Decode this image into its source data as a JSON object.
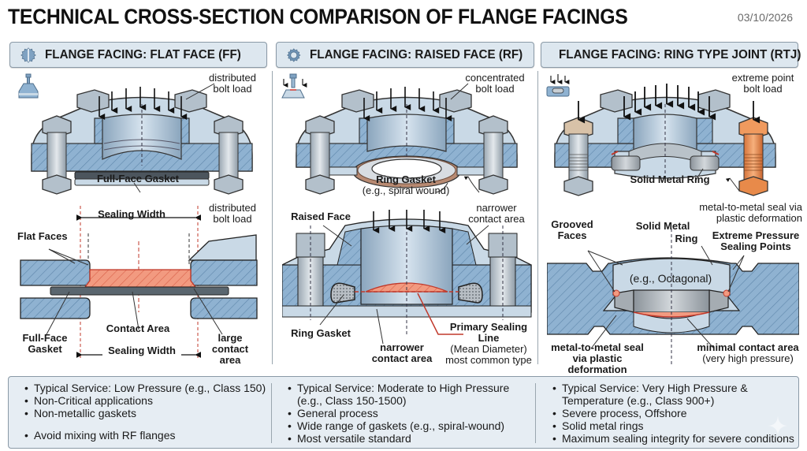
{
  "header": {
    "title": "TECHNICAL CROSS-SECTION COMPARISON OF FLANGE FACINGS",
    "date": "03/10/2026"
  },
  "columns": [
    {
      "id": "ff",
      "heading": "FLANGE FACING: FLAT FACE (FF)",
      "heading_icon": "gear-split-icon",
      "small_icon": "flat-face-flange-icon",
      "top_diagram": {
        "load_label": [
          "distributed",
          "bolt load"
        ],
        "gasket_label": "Full-Face Gasket"
      },
      "detail_diagram": {
        "sealing_width_top": "Sealing Width",
        "load_label": [
          "distributed",
          "bolt load"
        ],
        "flat_faces": "Flat Faces",
        "full_face_gasket": [
          "Full-Face",
          "Gasket"
        ],
        "contact_area": "Contact Area",
        "sealing_width_bottom": "Sealing Width",
        "large_contact_area": [
          "large",
          "contact",
          "area"
        ]
      },
      "notes": [
        "Typical Service: Low Pressure (e.g., Class 150)",
        "Non-Critical applications",
        "Non-metallic gaskets",
        "Avoid mixing with RF flanges"
      ]
    },
    {
      "id": "rf",
      "heading": "FLANGE FACING: RAISED FACE (RF)",
      "heading_icon": "gear-icon",
      "small_icon": "raised-face-flange-icon",
      "top_diagram": {
        "load_label": [
          "concentrated",
          "bolt load"
        ],
        "gasket_label": "Ring Gasket",
        "gasket_sub": "(e.g., spiral wound)"
      },
      "detail_diagram": {
        "raised_face": "Raised Face",
        "narrower_top": [
          "narrower",
          "contact area"
        ],
        "ring_gasket": "Ring Gasket",
        "narrower_bottom": [
          "narrower",
          "contact area"
        ],
        "primary_sealing": [
          "Primary Sealing",
          "Line"
        ],
        "mean_diameter": "(Mean Diameter)",
        "most_common": "most common type"
      },
      "notes": [
        "Typical Service: Moderate to High Pressure",
        "(e.g., Class 150-1500)",
        "General process",
        "Wide range of gaskets (e.g., spiral-wound)",
        "Most versatile standard"
      ]
    },
    {
      "id": "rtj",
      "heading": "FLANGE FACING: RING TYPE JOINT (RTJ)",
      "heading_icon": "concentric-rings-icon",
      "small_icon": "rtj-flange-icon",
      "top_diagram": {
        "load_label": [
          "extreme point",
          "bolt load"
        ],
        "ring_label": "Solid Metal Ring",
        "seal_label": [
          "metal-to-metal seal via",
          "plastic deformation"
        ]
      },
      "detail_diagram": {
        "grooved_faces": [
          "Grooved",
          "Faces"
        ],
        "solid_metal_ring": [
          "Solid Metal",
          "Ring"
        ],
        "extreme_pressure": [
          "Extreme Pressure",
          "Sealing Points"
        ],
        "octagonal": "(e.g., Octagonal)",
        "m2m_seal": [
          "metal-to-metal seal",
          "via plastic deformation"
        ],
        "minimal_contact": [
          "minimal contact area",
          "(very high pressure)"
        ]
      },
      "notes": [
        "Typical Service: Very High Pressure &",
        "Temperature (e.g., Class 900+)",
        "Severe process, Offshore",
        "Solid metal rings",
        "Maximum sealing integrity for severe conditions"
      ]
    }
  ],
  "colors": {
    "steel_hatch": "#7fa6c8",
    "steel_light": "#c9d9e6",
    "contact_red": "#f08a70",
    "seal_line": "#d0342c",
    "header_bg": "#dde7ef",
    "bolt_orange": "#e88a4a"
  }
}
